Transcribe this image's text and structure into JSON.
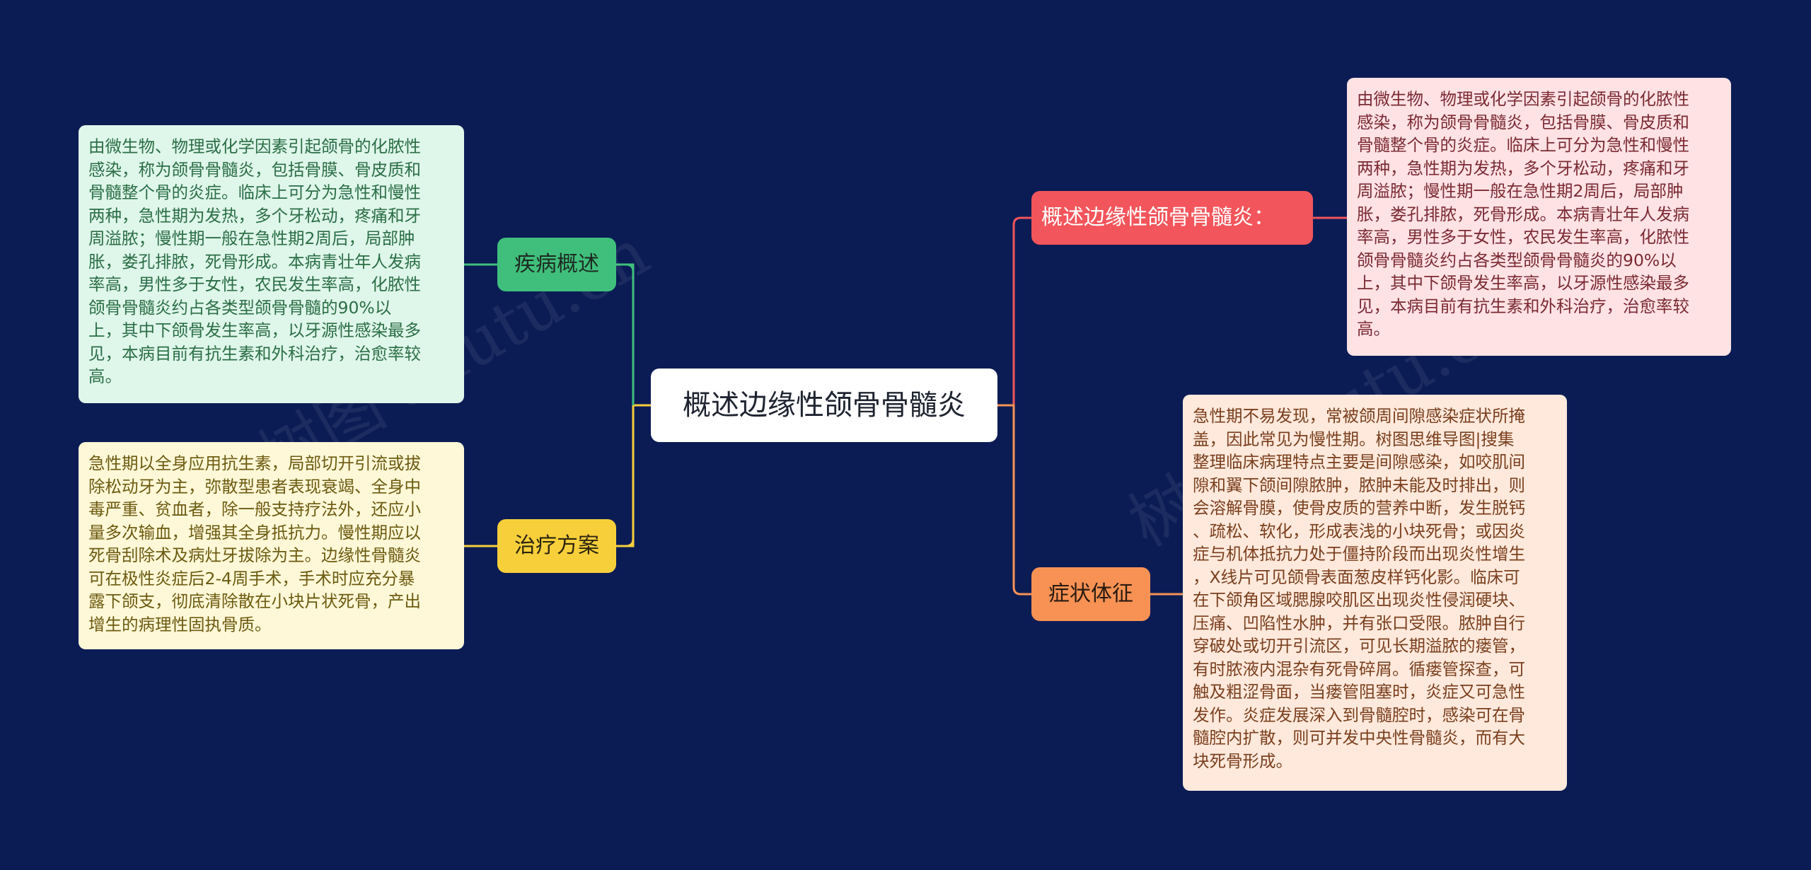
{
  "center": {
    "label": "概述边缘性颌骨骨髓炎"
  },
  "branches": {
    "overview": {
      "label": "疾病概述",
      "color": "#3fbf7b"
    },
    "treatment": {
      "label": "治疗方案",
      "color": "#f7cf3a"
    },
    "intro": {
      "label": "概述边缘性颌骨骨髓炎：",
      "color": "#f2555b"
    },
    "symptoms": {
      "label": "症状体征",
      "color": "#f79254"
    }
  },
  "leaves": {
    "overview": "由微生物、物理或化学因素引起颌骨的化脓性\n感染，称为颌骨骨髓炎，包括骨膜、骨皮质和\n骨髓整个骨的炎症。临床上可分为急性和慢性\n两种，急性期为发热，多个牙松动，疼痛和牙\n周溢脓；慢性期一般在急性期2周后，局部肿\n胀，娄孔排脓，死骨形成。本病青壮年人发病\n率高，男性多于女性，农民发生率高，化脓性\n颌骨骨髓炎约占各类型颌骨骨髓的90%以\n上，其中下颌骨发生率高，以牙源性感染最多\n见，本病目前有抗生素和外科治疗，治愈率较\n高。",
    "treatment": "急性期以全身应用抗生素，局部切开引流或拔\n除松动牙为主，弥散型患者表现衰竭、全身中\n毒严重、贫血者，除一般支持疗法外，还应小\n量多次输血，增强其全身抵抗力。慢性期应以\n死骨刮除术及病灶牙拔除为主。边缘性骨髓炎\n可在极性炎症后2-4周手术，手术时应充分暴\n露下颌支，彻底清除散在小块片状死骨，产出\n增生的病理性固执骨质。",
    "intro": "由微生物、物理或化学因素引起颌骨的化脓性\n感染，称为颌骨骨髓炎，包括骨膜、骨皮质和\n骨髓整个骨的炎症。临床上可分为急性和慢性\n两种，急性期为发热，多个牙松动，疼痛和牙\n周溢脓；慢性期一般在急性期2周后，局部肿\n胀，娄孔排脓，死骨形成。本病青壮年人发病\n率高，男性多于女性，农民发生率高，化脓性\n颌骨骨髓炎约占各类型颌骨骨髓炎的90%以\n上，其中下颌骨发生率高，以牙源性感染最多\n见，本病目前有抗生素和外科治疗，治愈率较\n高。",
    "symptoms": "急性期不易发现，常被颌周间隙感染症状所掩\n盖，因此常见为慢性期。树图思维导图|搜集\n整理临床病理特点主要是间隙感染，如咬肌间\n隙和翼下颌间隙脓肿，脓肿未能及时排出，则\n会溶解骨膜，使骨皮质的营养中断，发生脱钙\n、疏松、软化，形成表浅的小块死骨；或因炎\n症与机体抵抗力处于僵持阶段而出现炎性增生\n，X线片可见颌骨表面葱皮样钙化影。临床可\n在下颌角区域腮腺咬肌区出现炎性侵润硬块、\n压痛、凹陷性水肿，并有张口受限。脓肿自行\n穿破处或切开引流区，可见长期溢脓的瘘管，\n有时脓液内混杂有死骨碎屑。循瘘管探查，可\n触及粗涩骨面，当瘘管阻塞时，炎症又可急性\n发作。炎症发展深入到骨髓腔时，感染可在骨\n髓腔内扩散，则可并发中央性骨髓炎，而有大\n块死骨形成。"
  },
  "watermark": "树图 shutu.cn"
}
